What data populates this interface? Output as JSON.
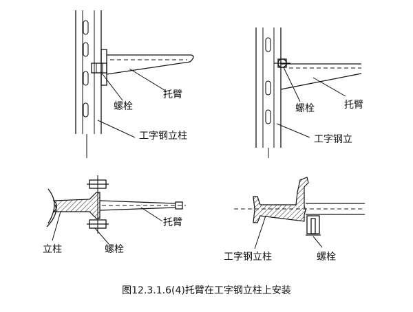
{
  "labels": {
    "tl_bolt": "螺栓",
    "tl_arm": "托臂",
    "tl_column": "工字钢立柱",
    "tr_bolt": "螺栓",
    "tr_arm": "托臂",
    "tr_column": "工字钢立",
    "bl_column": "立柱",
    "bl_bolt": "螺栓",
    "bl_arm": "托臂",
    "br_column": "工字钢立柱",
    "br_bolt": "螺栓"
  },
  "caption": "图12.3.1.6(4)托臂在工字钢立柱上安装"
}
